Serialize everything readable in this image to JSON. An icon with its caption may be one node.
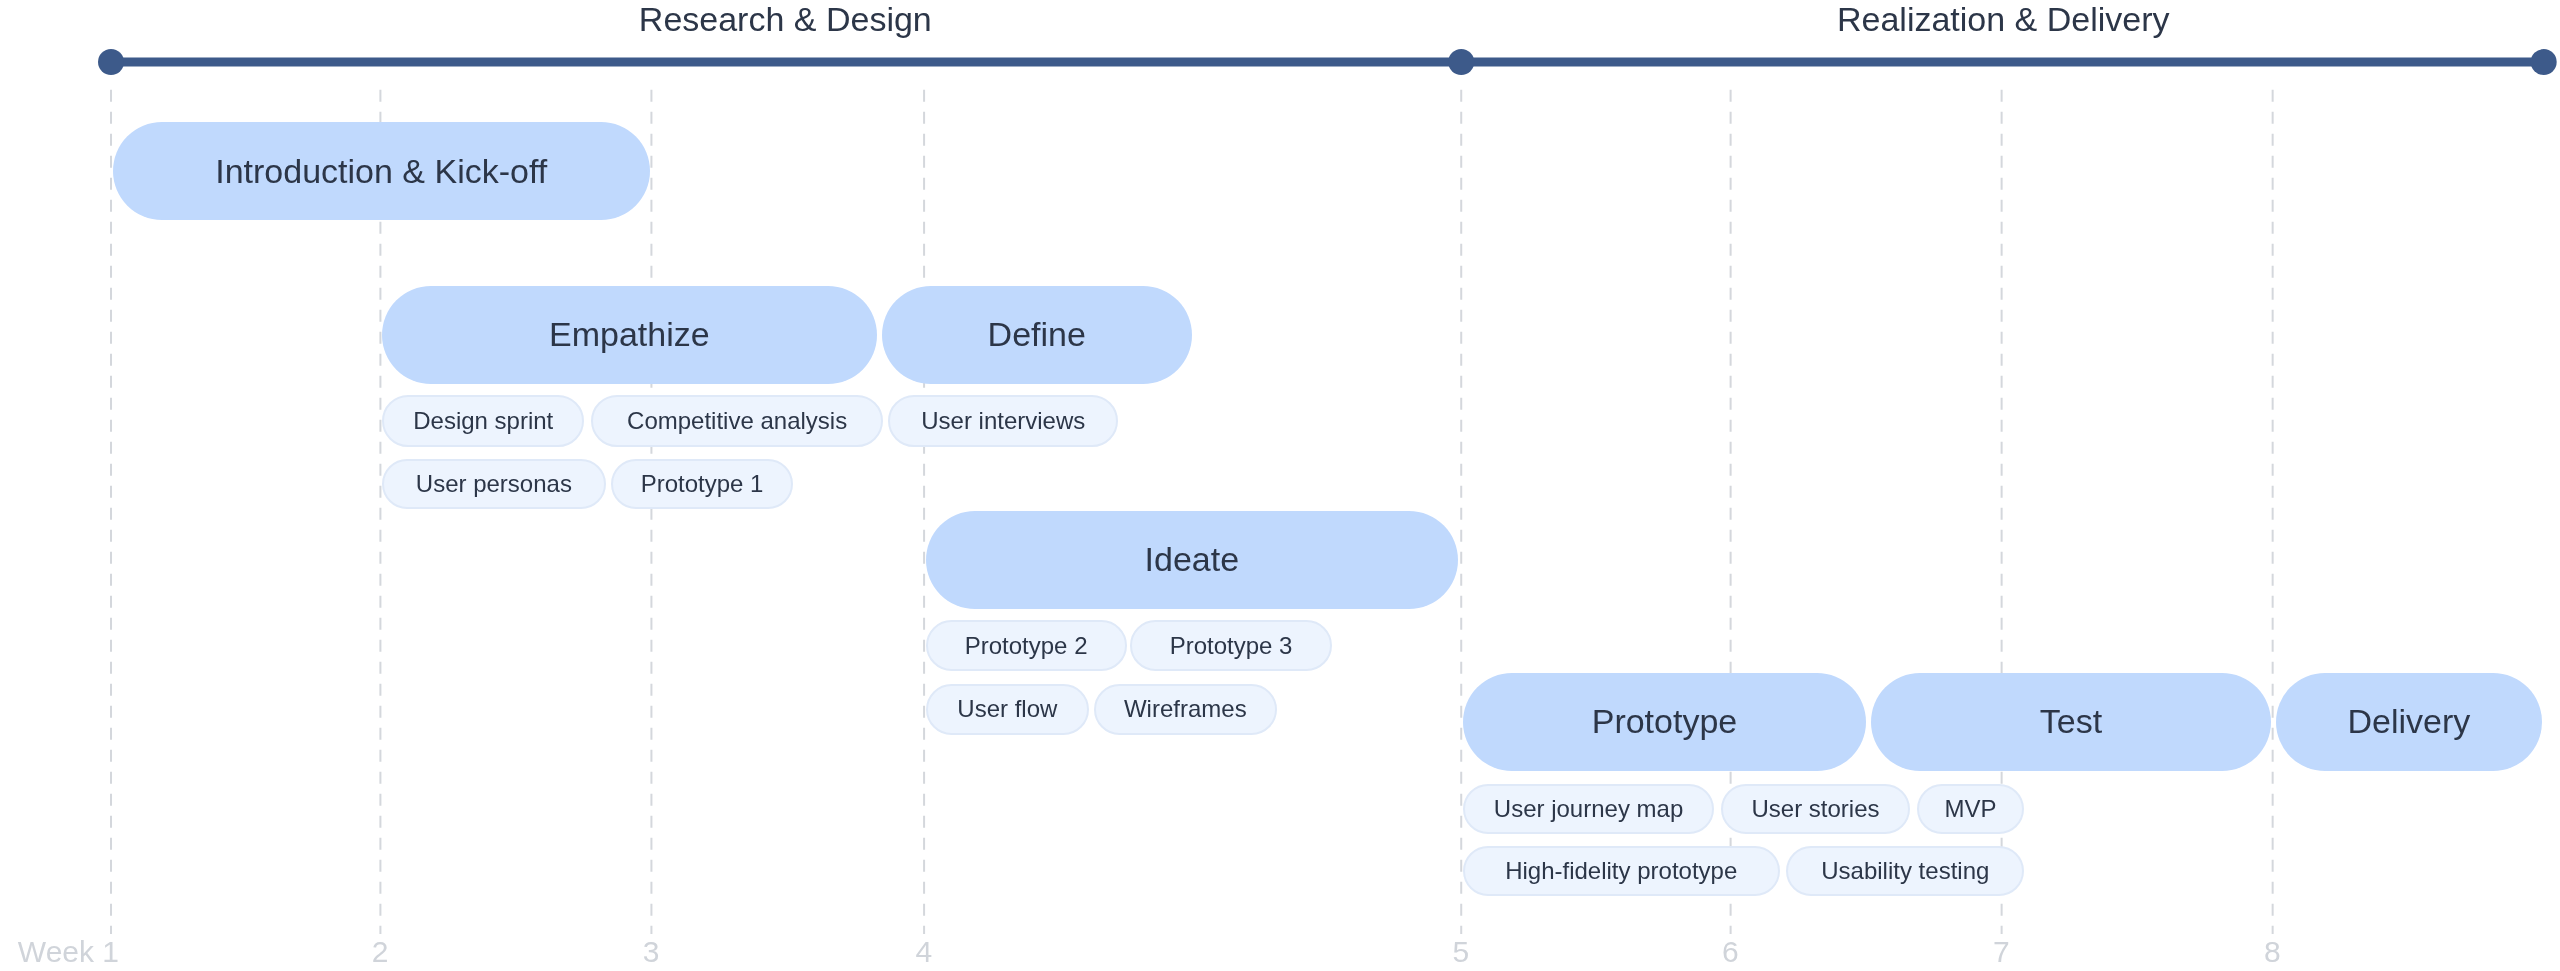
{
  "diagram": {
    "nodes": [
      {
        "text": [
          "Introduction & Kick-off"
        ]
      },
      {
        "text": [
          "Empathize"
        ]
      },
      {
        "text": [
          "Define"
        ]
      },
      {
        "text": [
          "Design sprint"
        ]
      },
      {
        "text": [
          "Competitive analysis"
        ]
      },
      {
        "text": [
          "User interviews"
        ]
      },
      {
        "text": [
          "User personas"
        ]
      },
      {
        "text": [
          "Prototype 1"
        ]
      },
      {
        "text": [
          "Ideate"
        ]
      },
      {
        "text": [
          "Prototype 2"
        ]
      },
      {
        "text": [
          "Prototype 3"
        ]
      },
      {
        "text": [
          "User flow"
        ]
      },
      {
        "text": [
          "Wireframes"
        ]
      },
      {
        "text": [
          "Prototype"
        ]
      },
      {
        "text": [
          "Test"
        ]
      },
      {
        "text": [
          "Delivery"
        ]
      },
      {
        "text": [
          "User journey map"
        ]
      },
      {
        "text": [
          "User stories"
        ]
      },
      {
        "text": [
          "MVP"
        ]
      },
      {
        "text": [
          "High-fidelity prototype"
        ]
      },
      {
        "text": [
          "Usability testing"
        ]
      }
    ],
    "labels": [
      "Research & Design",
      "Realization & Delivery",
      "Week 1",
      "2",
      "3",
      "4",
      "5",
      "6",
      "7",
      "8"
    ]
  }
}
